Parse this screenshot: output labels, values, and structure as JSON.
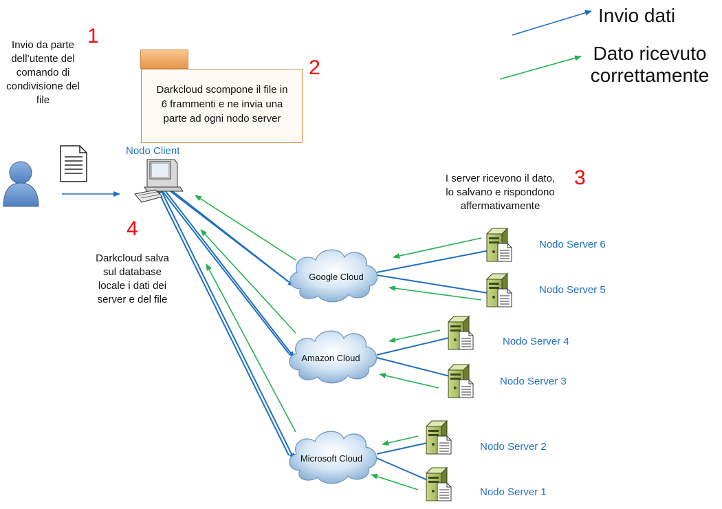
{
  "legend": {
    "send_label": "Invio dati",
    "received_label_line1": "Dato ricevuto",
    "received_label_line2": "correttamente",
    "send_color": "#1f6fc0",
    "received_color": "#22b14c"
  },
  "steps": [
    {
      "number": "1",
      "lines": [
        "Invio da parte",
        "dell’utente del",
        "comando di",
        "condivisione del",
        "file"
      ]
    },
    {
      "number": "2",
      "lines": [
        "Darkcloud scompone il file in",
        "6 frammenti e ne invia una",
        "parte ad ogni nodo server"
      ]
    },
    {
      "number": "3",
      "lines": [
        "I server ricevono il dato,",
        "lo salvano e rispondono",
        "affermativamente"
      ]
    },
    {
      "number": "4",
      "lines": [
        "Darkcloud salva",
        "sul database",
        "locale i dati dei",
        "server e del file"
      ]
    }
  ],
  "client": {
    "label": "Nodo Client",
    "icon": "computer-icon"
  },
  "user": {
    "icon": "user-icon"
  },
  "document": {
    "icon": "document-icon"
  },
  "clouds": [
    {
      "label": "Google Cloud",
      "icon": "cloud-icon"
    },
    {
      "label": "Amazon Cloud",
      "icon": "cloud-icon"
    },
    {
      "label": "Microsoft Cloud",
      "icon": "cloud-icon"
    }
  ],
  "servers": [
    {
      "label": "Nodo Server 6",
      "icon": "server-icon"
    },
    {
      "label": "Nodo Server 5",
      "icon": "server-icon"
    },
    {
      "label": "Nodo Server 4",
      "icon": "server-icon"
    },
    {
      "label": "Nodo Server 3",
      "icon": "server-icon"
    },
    {
      "label": "Nodo Server 2",
      "icon": "server-icon"
    },
    {
      "label": "Nodo Server 1",
      "icon": "server-icon"
    }
  ]
}
